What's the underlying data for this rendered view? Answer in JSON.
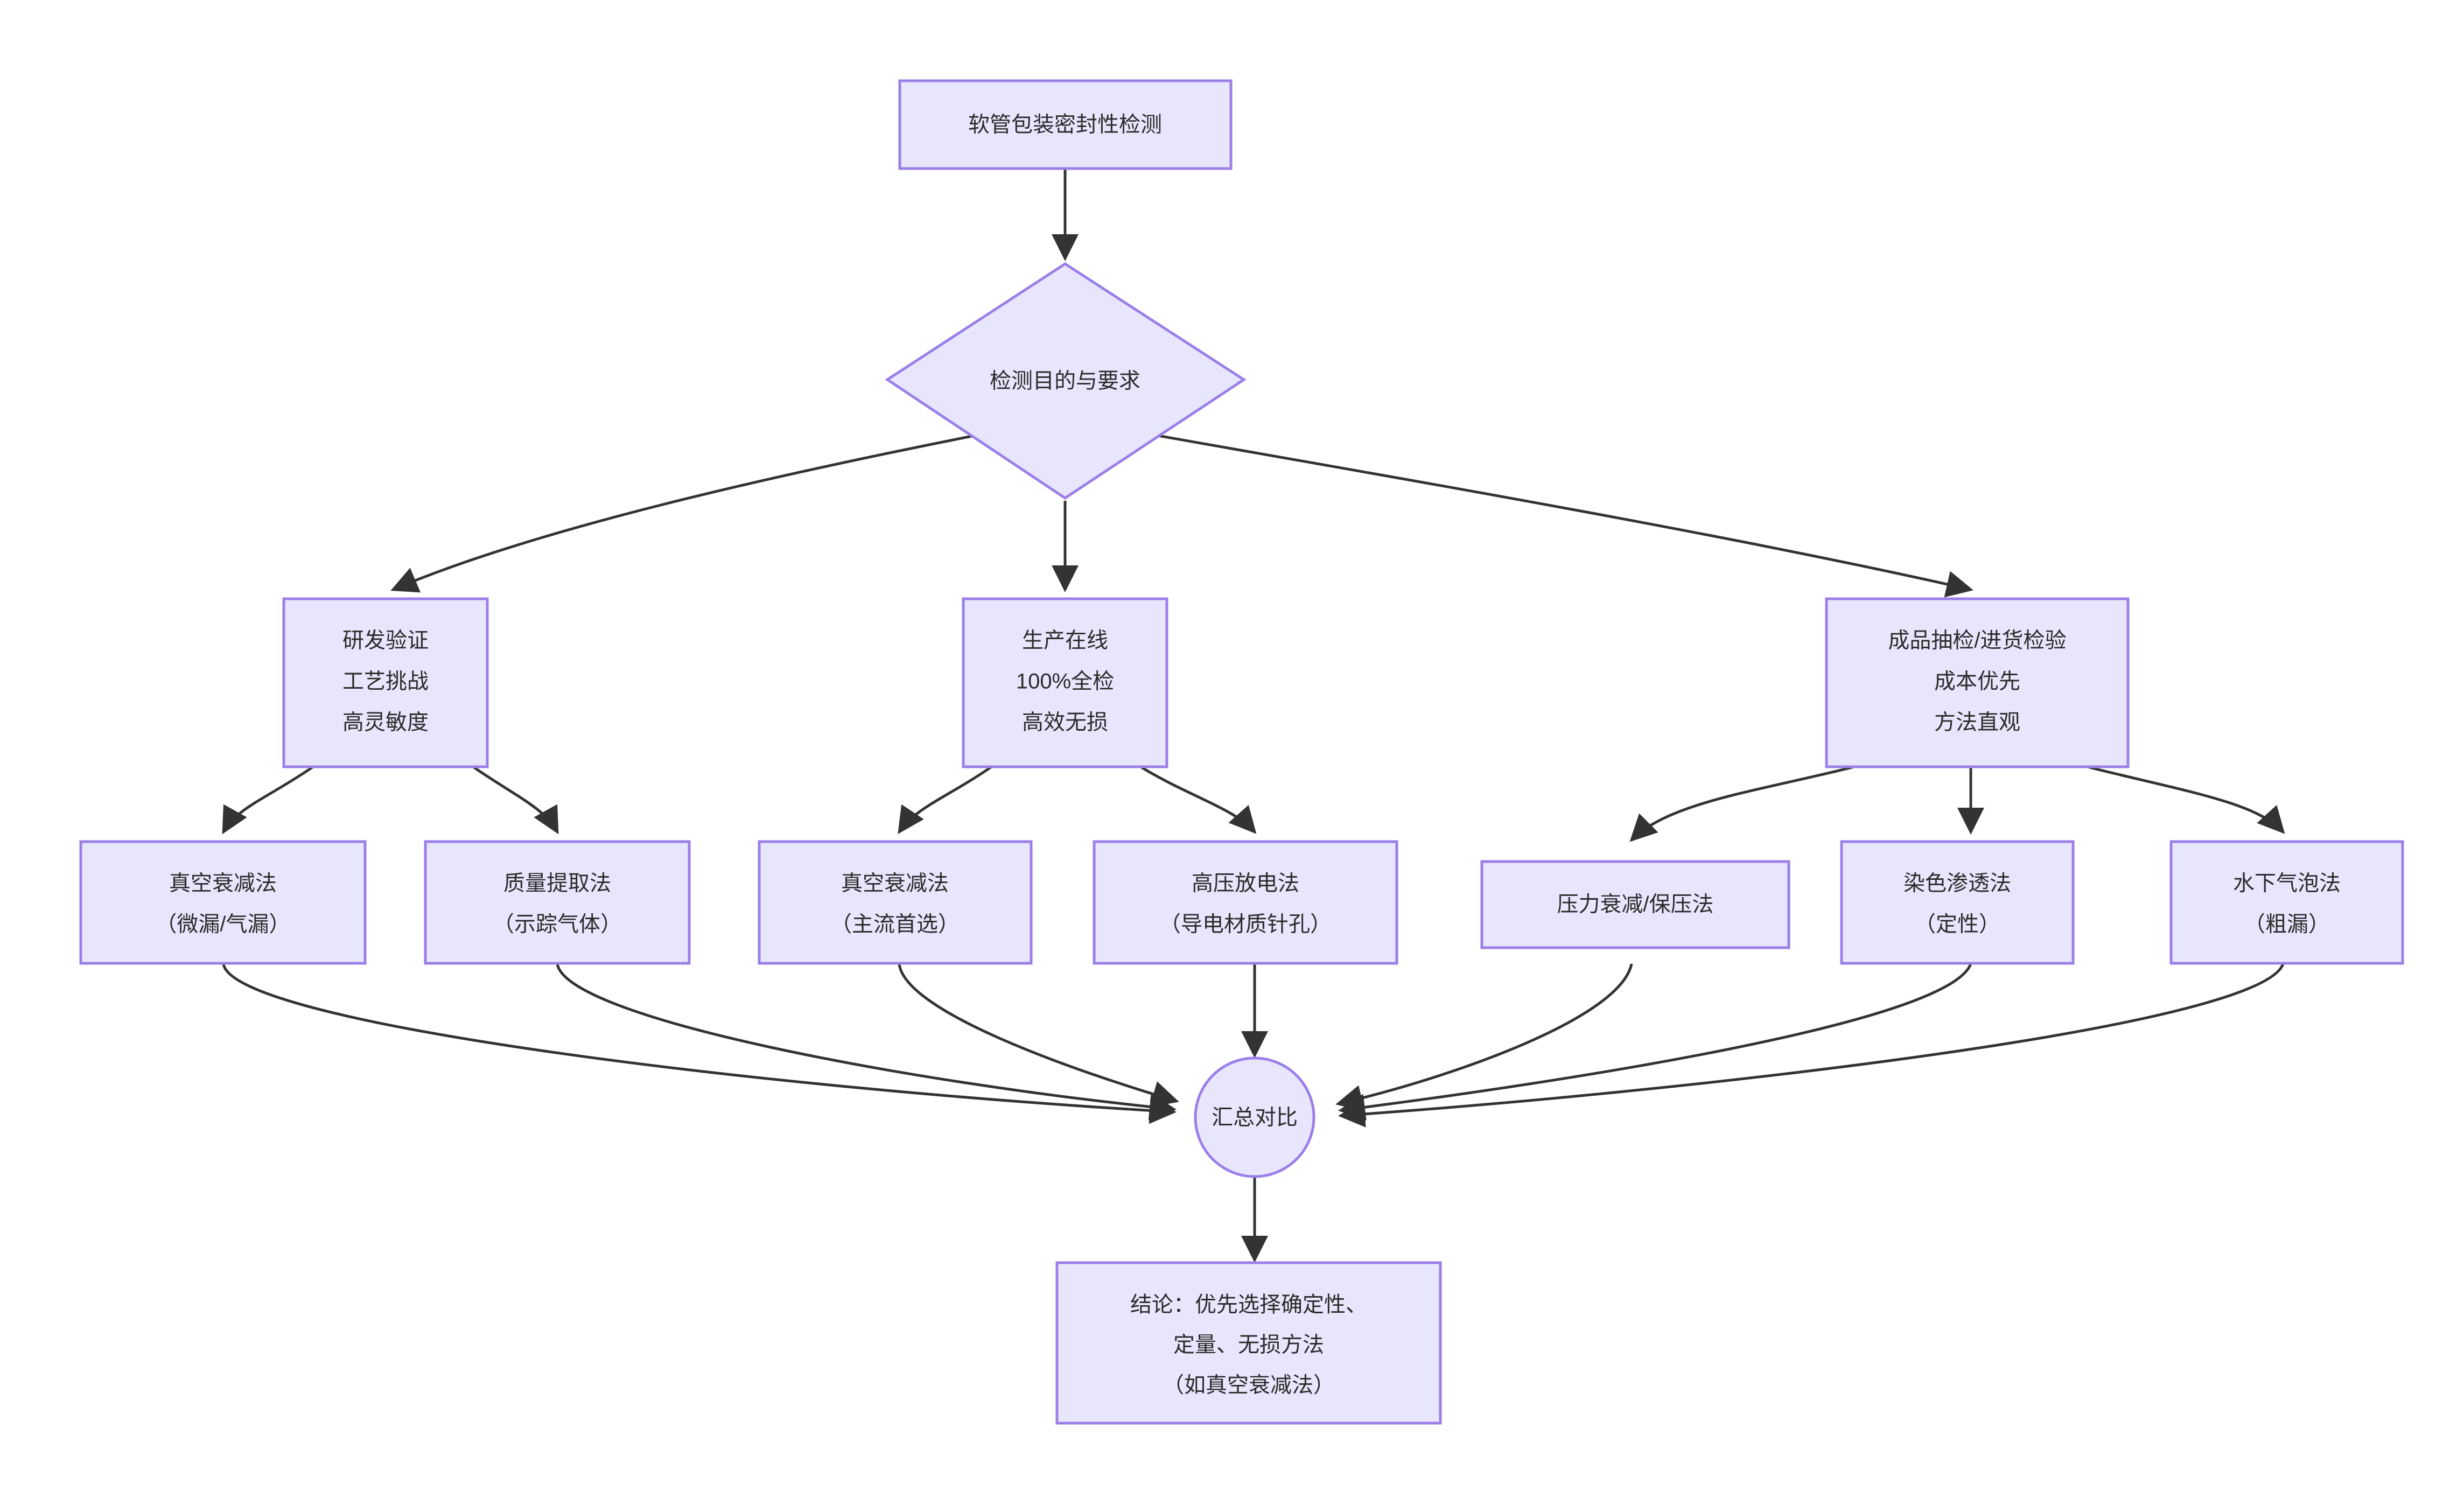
{
  "diagram": {
    "title_node": {
      "id": "root",
      "label": "软管包装密封性检测"
    },
    "decision_node": {
      "id": "decision",
      "label": "检测目的与要求"
    },
    "branches": [
      {
        "id": "branch-rd",
        "lines": [
          "研发验证",
          "工艺挑战",
          "高灵敏度"
        ]
      },
      {
        "id": "branch-production",
        "lines": [
          "生产在线",
          "100%全检",
          "高效无损"
        ]
      },
      {
        "id": "branch-inspection",
        "lines": [
          "成品抽检/进货检验",
          "成本优先",
          "方法直观"
        ]
      }
    ],
    "methods": [
      {
        "id": "method-vacuum-decay-micro",
        "lines": [
          "真空衰减法",
          "（微漏/气漏）"
        ],
        "parent": "branch-rd"
      },
      {
        "id": "method-mass-extraction",
        "lines": [
          "质量提取法",
          "（示踪气体）"
        ],
        "parent": "branch-rd"
      },
      {
        "id": "method-vacuum-decay-main",
        "lines": [
          "真空衰减法",
          "（主流首选）"
        ],
        "parent": "branch-production"
      },
      {
        "id": "method-hv-discharge",
        "lines": [
          "高压放电法",
          "（导电材质针孔）"
        ],
        "parent": "branch-production"
      },
      {
        "id": "method-pressure-decay",
        "lines": [
          "压力衰减/保压法"
        ],
        "parent": "branch-inspection"
      },
      {
        "id": "method-dye-penetration",
        "lines": [
          "染色渗透法",
          "（定性）"
        ],
        "parent": "branch-inspection"
      },
      {
        "id": "method-underwater-bubble",
        "lines": [
          "水下气泡法",
          "（粗漏）"
        ],
        "parent": "branch-inspection"
      }
    ],
    "summary_node": {
      "id": "summary",
      "label": "汇总对比"
    },
    "conclusion_node": {
      "id": "conclusion",
      "lead": "结论：",
      "lines": [
        "优先选择确定性、",
        "定量、无损方法",
        "（如真空衰减法）"
      ]
    },
    "colors": {
      "node_fill": "#E8E6FC",
      "node_stroke": "#9B7FE8",
      "edge_stroke": "#333333",
      "text": "#2b2b2b",
      "background": "#ffffff"
    }
  }
}
